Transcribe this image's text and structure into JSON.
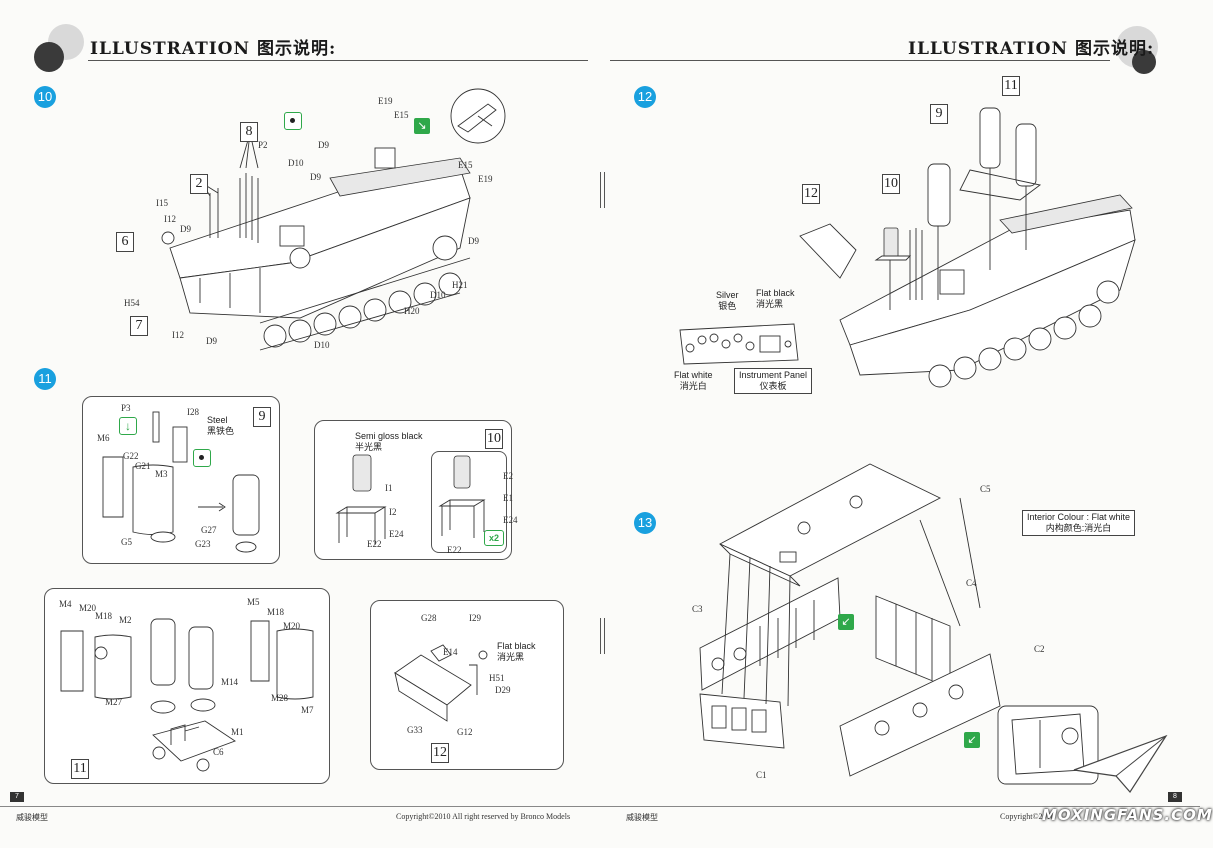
{
  "header": {
    "left_title": "ILLUSTRATION 图示说明:",
    "right_title": "ILLUSTRATION 图示说明:"
  },
  "steps": {
    "s10": "10",
    "s11": "11",
    "s12": "12",
    "s13": "13"
  },
  "step10": {
    "callouts": [
      "8",
      "2",
      "6",
      "7"
    ],
    "parts": [
      "E19",
      "E15",
      "E15",
      "E19",
      "P2",
      "D9",
      "D10",
      "I15",
      "I12",
      "D9",
      "D9",
      "H54",
      "I12",
      "D9",
      "D10",
      "H20",
      "D10",
      "H21",
      "D9"
    ]
  },
  "step11": {
    "box9": {
      "num": "9",
      "note_en": "Steel",
      "note_cn": "黑铁色",
      "parts": [
        "P3",
        "I28",
        "M6",
        "G22",
        "G21",
        "M3",
        "G27",
        "G5",
        "G23"
      ]
    },
    "box10": {
      "num": "10",
      "note_en": "Semi gloss black",
      "note_cn": "半光黑",
      "parts_a": [
        "I1",
        "I2",
        "E24",
        "E22"
      ],
      "parts_b": [
        "E2",
        "E1",
        "E24",
        "E22"
      ],
      "multiplier": "x2"
    },
    "box11": {
      "num": "11",
      "parts": [
        "M4",
        "M20",
        "M18",
        "M2",
        "M5",
        "M18",
        "M20",
        "M14",
        "M27",
        "M28",
        "M7",
        "M1",
        "C6"
      ]
    },
    "box12": {
      "num": "12",
      "note_en": "Flat black",
      "note_cn": "消光黑",
      "parts": [
        "G28",
        "I29",
        "E14",
        "H51",
        "D29",
        "G33",
        "G12"
      ]
    }
  },
  "step12": {
    "callouts": [
      "11",
      "9",
      "10",
      "12"
    ],
    "silver_en": "Silver",
    "silver_cn": "银色",
    "flatblack_en": "Flat black",
    "flatblack_cn": "消光黑",
    "flatwhite_en": "Flat white",
    "flatwhite_cn": "消光白",
    "panel_en": "Instrument Panel",
    "panel_cn": "仪表板"
  },
  "step13": {
    "interior_en": "Interior Colour : Flat white",
    "interior_cn": "内构颜色:消光白",
    "parts": [
      "C5",
      "C4",
      "C3",
      "C2",
      "C1"
    ]
  },
  "footer": {
    "left_brand": "威骏模型",
    "copyright_left": "Copyright©2010  All right reserved by Bronco Models",
    "mid_brand": "威骏模型",
    "copyright_right": "Copyright©2010",
    "page_left": "7",
    "page_right": "8",
    "watermark": "MOXINGFANS.COM"
  },
  "colors": {
    "step_badge": "#19a0df",
    "icon_green": "#2fa84a"
  }
}
